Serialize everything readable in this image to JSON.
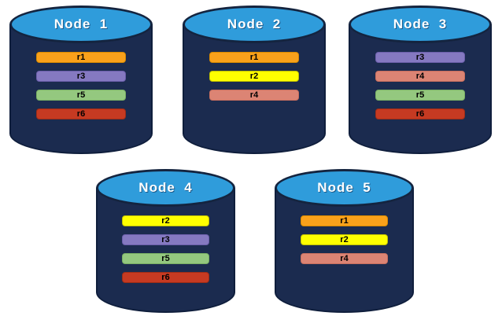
{
  "diagram": {
    "description": "Database nodes with replica placement",
    "background_color": "#FFFFFF",
    "cylinder": {
      "body_color": "#1B2B4F",
      "body_border_color": "#0F1E3C",
      "top_color": "#2F9CDB",
      "top_border_color": "#14243F",
      "title_text_color": "#FFFFFF"
    },
    "replica_colors": {
      "r1": {
        "fill": "#F9A11B",
        "border": "#D88A00"
      },
      "r2": {
        "fill": "#FFFF00",
        "border": "#BFBF00"
      },
      "r3": {
        "fill": "#8579C1",
        "border": "#6B5FAA"
      },
      "r4": {
        "fill": "#DC8474",
        "border": "#C66E5E"
      },
      "r5": {
        "fill": "#94C87F",
        "border": "#79AF63"
      },
      "r6": {
        "fill": "#C63A22",
        "border": "#9E2D16"
      }
    },
    "nodes": [
      {
        "name": "Node  1",
        "replicas": [
          "r1",
          "r3",
          "r5",
          "r6"
        ]
      },
      {
        "name": "Node  2",
        "replicas": [
          "r1",
          "r2",
          "r4"
        ]
      },
      {
        "name": "Node  3",
        "replicas": [
          "r3",
          "r4",
          "r5",
          "r6"
        ]
      },
      {
        "name": "Node  4",
        "replicas": [
          "r2",
          "r3",
          "r5",
          "r6"
        ]
      },
      {
        "name": "Node  5",
        "replicas": [
          "r1",
          "r2",
          "r4"
        ]
      }
    ]
  }
}
